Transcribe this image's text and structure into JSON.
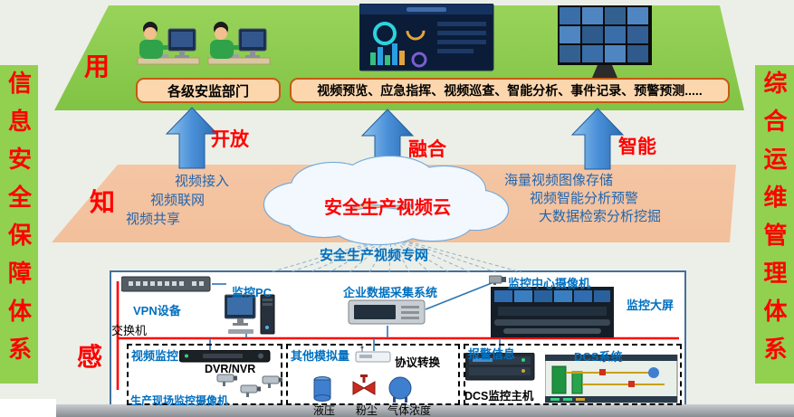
{
  "colors": {
    "banner_green": "#92d050",
    "platform_green": "#8ecf4d",
    "band_peach": "#f8cbad",
    "accent_red": "#ff0000",
    "label_blue": "#0070c0",
    "arrow_blue": "#4a90d8"
  },
  "banners": {
    "left": "信息安全保障体系",
    "right": "综合运维管理体系"
  },
  "layer_labels": {
    "use": "用",
    "know": "知",
    "sense": "感"
  },
  "top_layer": {
    "dept_box": "各级安监部门",
    "functions_box": "视频预览、应急指挥、视频巡查、智能分析、事件记录、预警预测....."
  },
  "arrows": {
    "open": "开放",
    "fuse": "融合",
    "smart": "智能"
  },
  "cloud": {
    "title": "安全生产视频云",
    "left_items": [
      "视频接入",
      "视频联网",
      "视频共享"
    ],
    "right_items": [
      "海量视频图像存储",
      "视频智能分析预警",
      "大数据检索分析挖掘"
    ]
  },
  "network_label": "安全生产视频专网",
  "devices": {
    "vpn": "VPN设备",
    "switch": "交换机",
    "pc": "监控PC",
    "collector": "企业数据采集系统",
    "center_camera": "监控中心摄像机",
    "big_screen": "监控大屏"
  },
  "groups": {
    "video": {
      "title": "视频监控",
      "dvr": "DVR/NVR",
      "cameras": "生产现场监控摄像机"
    },
    "analog": {
      "title": "其他模拟量",
      "converter": "协议转换",
      "sensors": [
        "液压",
        "粉尘",
        "气体浓度"
      ]
    },
    "alarm": {
      "title": "报警信息",
      "dcs": "DCS系统",
      "host": "DCS监控主机"
    }
  }
}
